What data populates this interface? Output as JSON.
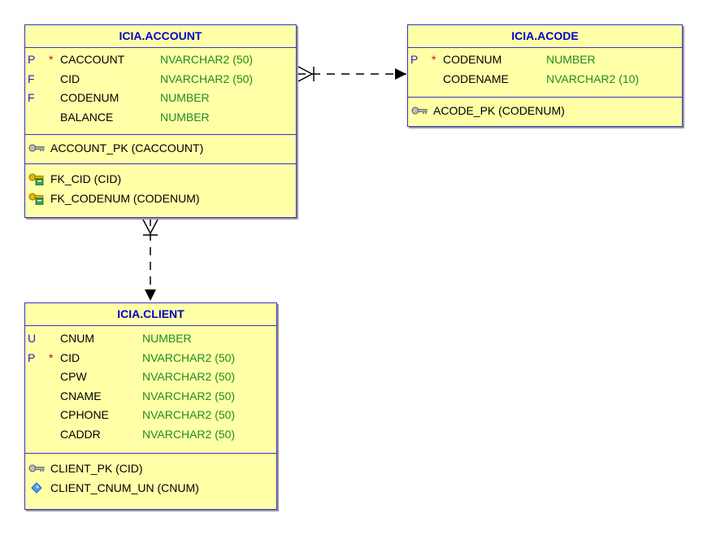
{
  "entities": {
    "account": {
      "title": "ICIA.ACCOUNT",
      "columns": [
        {
          "flag": "P",
          "required": "*",
          "name": "CACCOUNT",
          "type": "NVARCHAR2 (50)"
        },
        {
          "flag": "F",
          "required": "",
          "name": "CID",
          "type": "NVARCHAR2 (50)"
        },
        {
          "flag": "F",
          "required": "",
          "name": "CODENUM",
          "type": "NUMBER"
        },
        {
          "flag": "",
          "required": "",
          "name": "BALANCE",
          "type": "NUMBER"
        }
      ],
      "primary_key": "ACCOUNT_PK (CACCOUNT)",
      "foreign_keys": [
        "FK_CID (CID)",
        "FK_CODENUM (CODENUM)"
      ]
    },
    "acode": {
      "title": "ICIA.ACODE",
      "columns": [
        {
          "flag": "P",
          "required": "*",
          "name": "CODENUM",
          "type": "NUMBER"
        },
        {
          "flag": "",
          "required": "",
          "name": "CODENAME",
          "type": "NVARCHAR2 (10)"
        }
      ],
      "primary_key": "ACODE_PK (CODENUM)"
    },
    "client": {
      "title": "ICIA.CLIENT",
      "columns": [
        {
          "flag": "U",
          "required": "",
          "name": "CNUM",
          "type": "NUMBER"
        },
        {
          "flag": "P",
          "required": "*",
          "name": "CID",
          "type": "NVARCHAR2 (50)"
        },
        {
          "flag": "",
          "required": "",
          "name": "CPW",
          "type": "NVARCHAR2 (50)"
        },
        {
          "flag": "",
          "required": "",
          "name": "CNAME",
          "type": "NVARCHAR2 (50)"
        },
        {
          "flag": "",
          "required": "",
          "name": "CPHONE",
          "type": "NVARCHAR2 (50)"
        },
        {
          "flag": "",
          "required": "",
          "name": "CADDR",
          "type": "NVARCHAR2 (50)"
        }
      ],
      "primary_key": "CLIENT_PK (CID)",
      "unique_keys": [
        "CLIENT_CNUM_UN (CNUM)"
      ]
    }
  },
  "icons": {
    "primary_key": "key-icon",
    "foreign_key": "foreign-key-icon",
    "unique_key": "unique-key-icon"
  },
  "colors": {
    "entity_fill": "#ffffa8",
    "border": "#3333cc",
    "title_text": "#0000cc",
    "type_text": "#228b22",
    "required_marker": "#dd0000"
  }
}
